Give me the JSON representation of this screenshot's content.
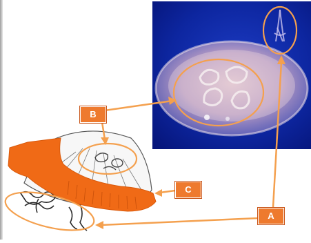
{
  "labels": {
    "a": "A",
    "b": "B",
    "c": "C"
  },
  "colors": {
    "accent": "#f4a04e",
    "label_fill": "#ee7a2e",
    "bell_fill": "#f06a16",
    "photo_bg": "#0b1f93"
  },
  "icons": {
    "photo": "moon-jellyfish-photo",
    "drawing": "jellyfish-sketch"
  }
}
